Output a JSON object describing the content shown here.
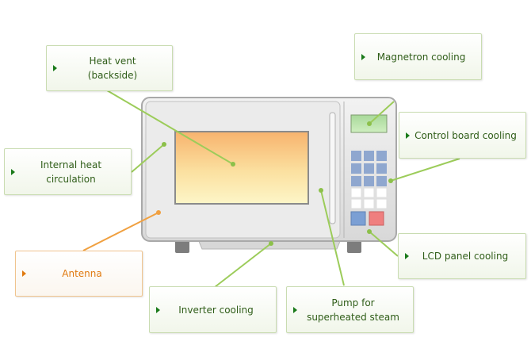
{
  "diagram": {
    "labels": {
      "heat_vent": "Heat vent\n(backside)",
      "magnetron_cooling": "Magnetron cooling",
      "control_board_cooling": "Control board cooling",
      "internal_heat_circulation": "Internal heat\ncirculation",
      "antenna": "Antenna",
      "lcd_panel_cooling": "LCD panel cooling",
      "inverter_cooling": "Inverter cooling",
      "pump_superheated_steam": "Pump for\nsuperheated steam"
    },
    "colors": {
      "green_line": "#9ccc5a",
      "orange_line": "#f0a040",
      "label_text": "#2f5d18",
      "antenna_text": "#e07a10"
    }
  }
}
